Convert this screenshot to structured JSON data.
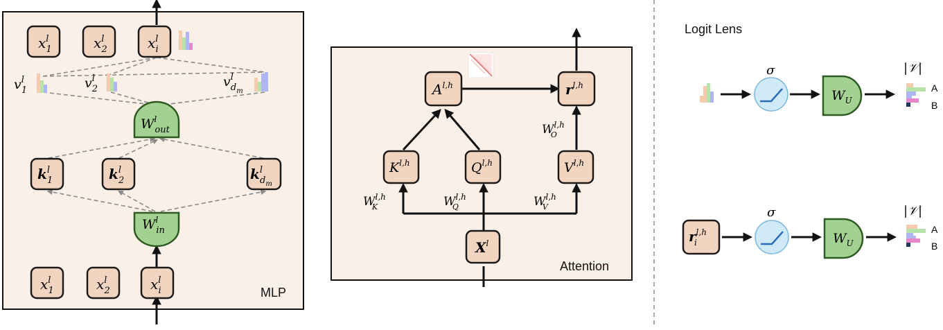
{
  "mlp": {
    "label": "MLP",
    "top_tokens": [
      "x",
      "x",
      "x"
    ],
    "top_sup": [
      "l",
      "l",
      "l"
    ],
    "top_sub": [
      "1",
      "2",
      "i"
    ],
    "value_vectors": {
      "base": [
        "v",
        "v",
        "v"
      ],
      "sup": [
        "l",
        "l",
        "l"
      ],
      "sub": [
        "1",
        "2",
        "d"
      ],
      "subsub": [
        "",
        "",
        "m"
      ]
    },
    "w_out": {
      "base": "W",
      "sup": "l",
      "sub": "out"
    },
    "keys": {
      "base": [
        "k",
        "k",
        "k"
      ],
      "sup": [
        "l",
        "l",
        "l"
      ],
      "sub": [
        "1",
        "2",
        "d"
      ],
      "subsub": [
        "",
        "",
        "m"
      ]
    },
    "w_in": {
      "base": "W",
      "sup": "l",
      "sub": "in"
    },
    "bottom_tokens": [
      "x",
      "x",
      "x"
    ],
    "bottom_sup": [
      "l",
      "l",
      "l"
    ],
    "bottom_sub": [
      "1",
      "2",
      "i"
    ]
  },
  "attention": {
    "label": "Attention",
    "A": {
      "base": "A",
      "sup": "l,h"
    },
    "r": {
      "base": "r",
      "sup": "l,h"
    },
    "K": {
      "base": "K",
      "sup": "l,h"
    },
    "Q": {
      "base": "Q",
      "sup": "l,h"
    },
    "V": {
      "base": "V",
      "sup": "l,h"
    },
    "X": {
      "base": "X",
      "sup": "l"
    },
    "WO": {
      "base": "W",
      "sup": "l,h",
      "sub": "O"
    },
    "WK": {
      "base": "W",
      "sup": "l,h",
      "sub": "K"
    },
    "WQ": {
      "base": "W",
      "sup": "l,h",
      "sub": "Q"
    },
    "WV": {
      "base": "W",
      "sup": "l,h",
      "sub": "V"
    }
  },
  "logit_lens": {
    "title": "Logit Lens",
    "sigma": "σ",
    "wu": {
      "base": "W",
      "sub": "U"
    },
    "vocab": "|𝒱|",
    "labels": [
      "A",
      "B"
    ],
    "residual": {
      "base": "r",
      "sup": "l,h",
      "sub": "i"
    }
  },
  "colors": {
    "box_fill": "#f2d5c0",
    "box_stroke": "#1a1a1a",
    "panel_fill": "#faf0e8",
    "green_fill": "#a3d192",
    "green_stroke": "#2e5b21",
    "sigma_fill": "#cfe9f7",
    "sigma_stroke": "#7ab8dc",
    "bar_colors": [
      "#f5cbb0",
      "#b8e3a8",
      "#b0b6f2",
      "#e688c9",
      "#1f3a5a"
    ]
  }
}
